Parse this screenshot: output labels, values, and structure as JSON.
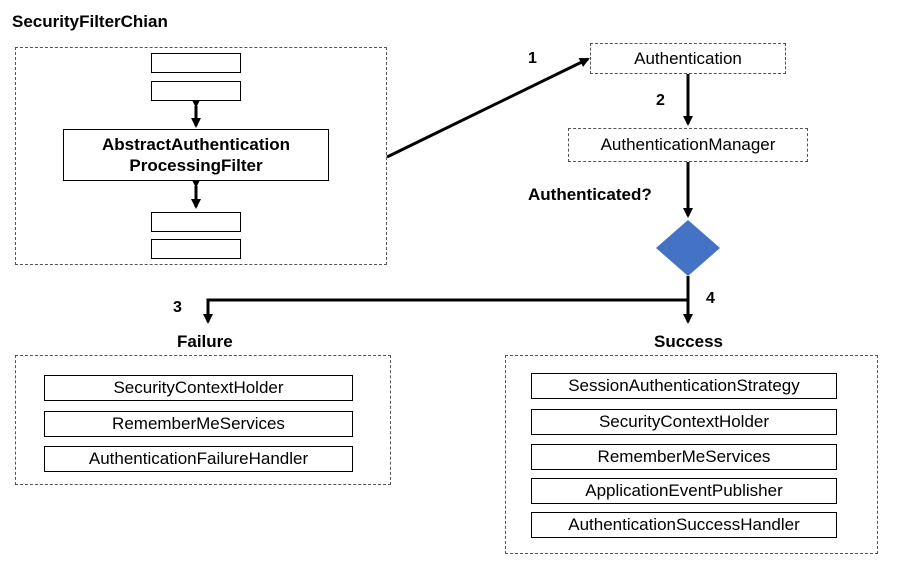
{
  "chain": {
    "title": "SecurityFilterChian",
    "filter_label_line1": "AbstractAuthentication",
    "filter_label_line2": "ProcessingFilter"
  },
  "flow": {
    "authentication": "Authentication",
    "authentication_manager": "AuthenticationManager",
    "decision_question": "Authenticated?",
    "step1": "1",
    "step2": "2",
    "step3": "3",
    "step4": "4"
  },
  "failure": {
    "title": "Failure",
    "items": [
      "SecurityContextHolder",
      "RememberMeServices",
      "AuthenticationFailureHandler"
    ]
  },
  "success": {
    "title": "Success",
    "items": [
      "SessionAuthenticationStrategy",
      "SecurityContextHolder",
      "RememberMeServices",
      "ApplicationEventPublisher",
      "AuthenticationSuccessHandler"
    ]
  },
  "colors": {
    "decision_fill": "#4472C4",
    "line": "#000000",
    "dashed_border": "#555555"
  }
}
